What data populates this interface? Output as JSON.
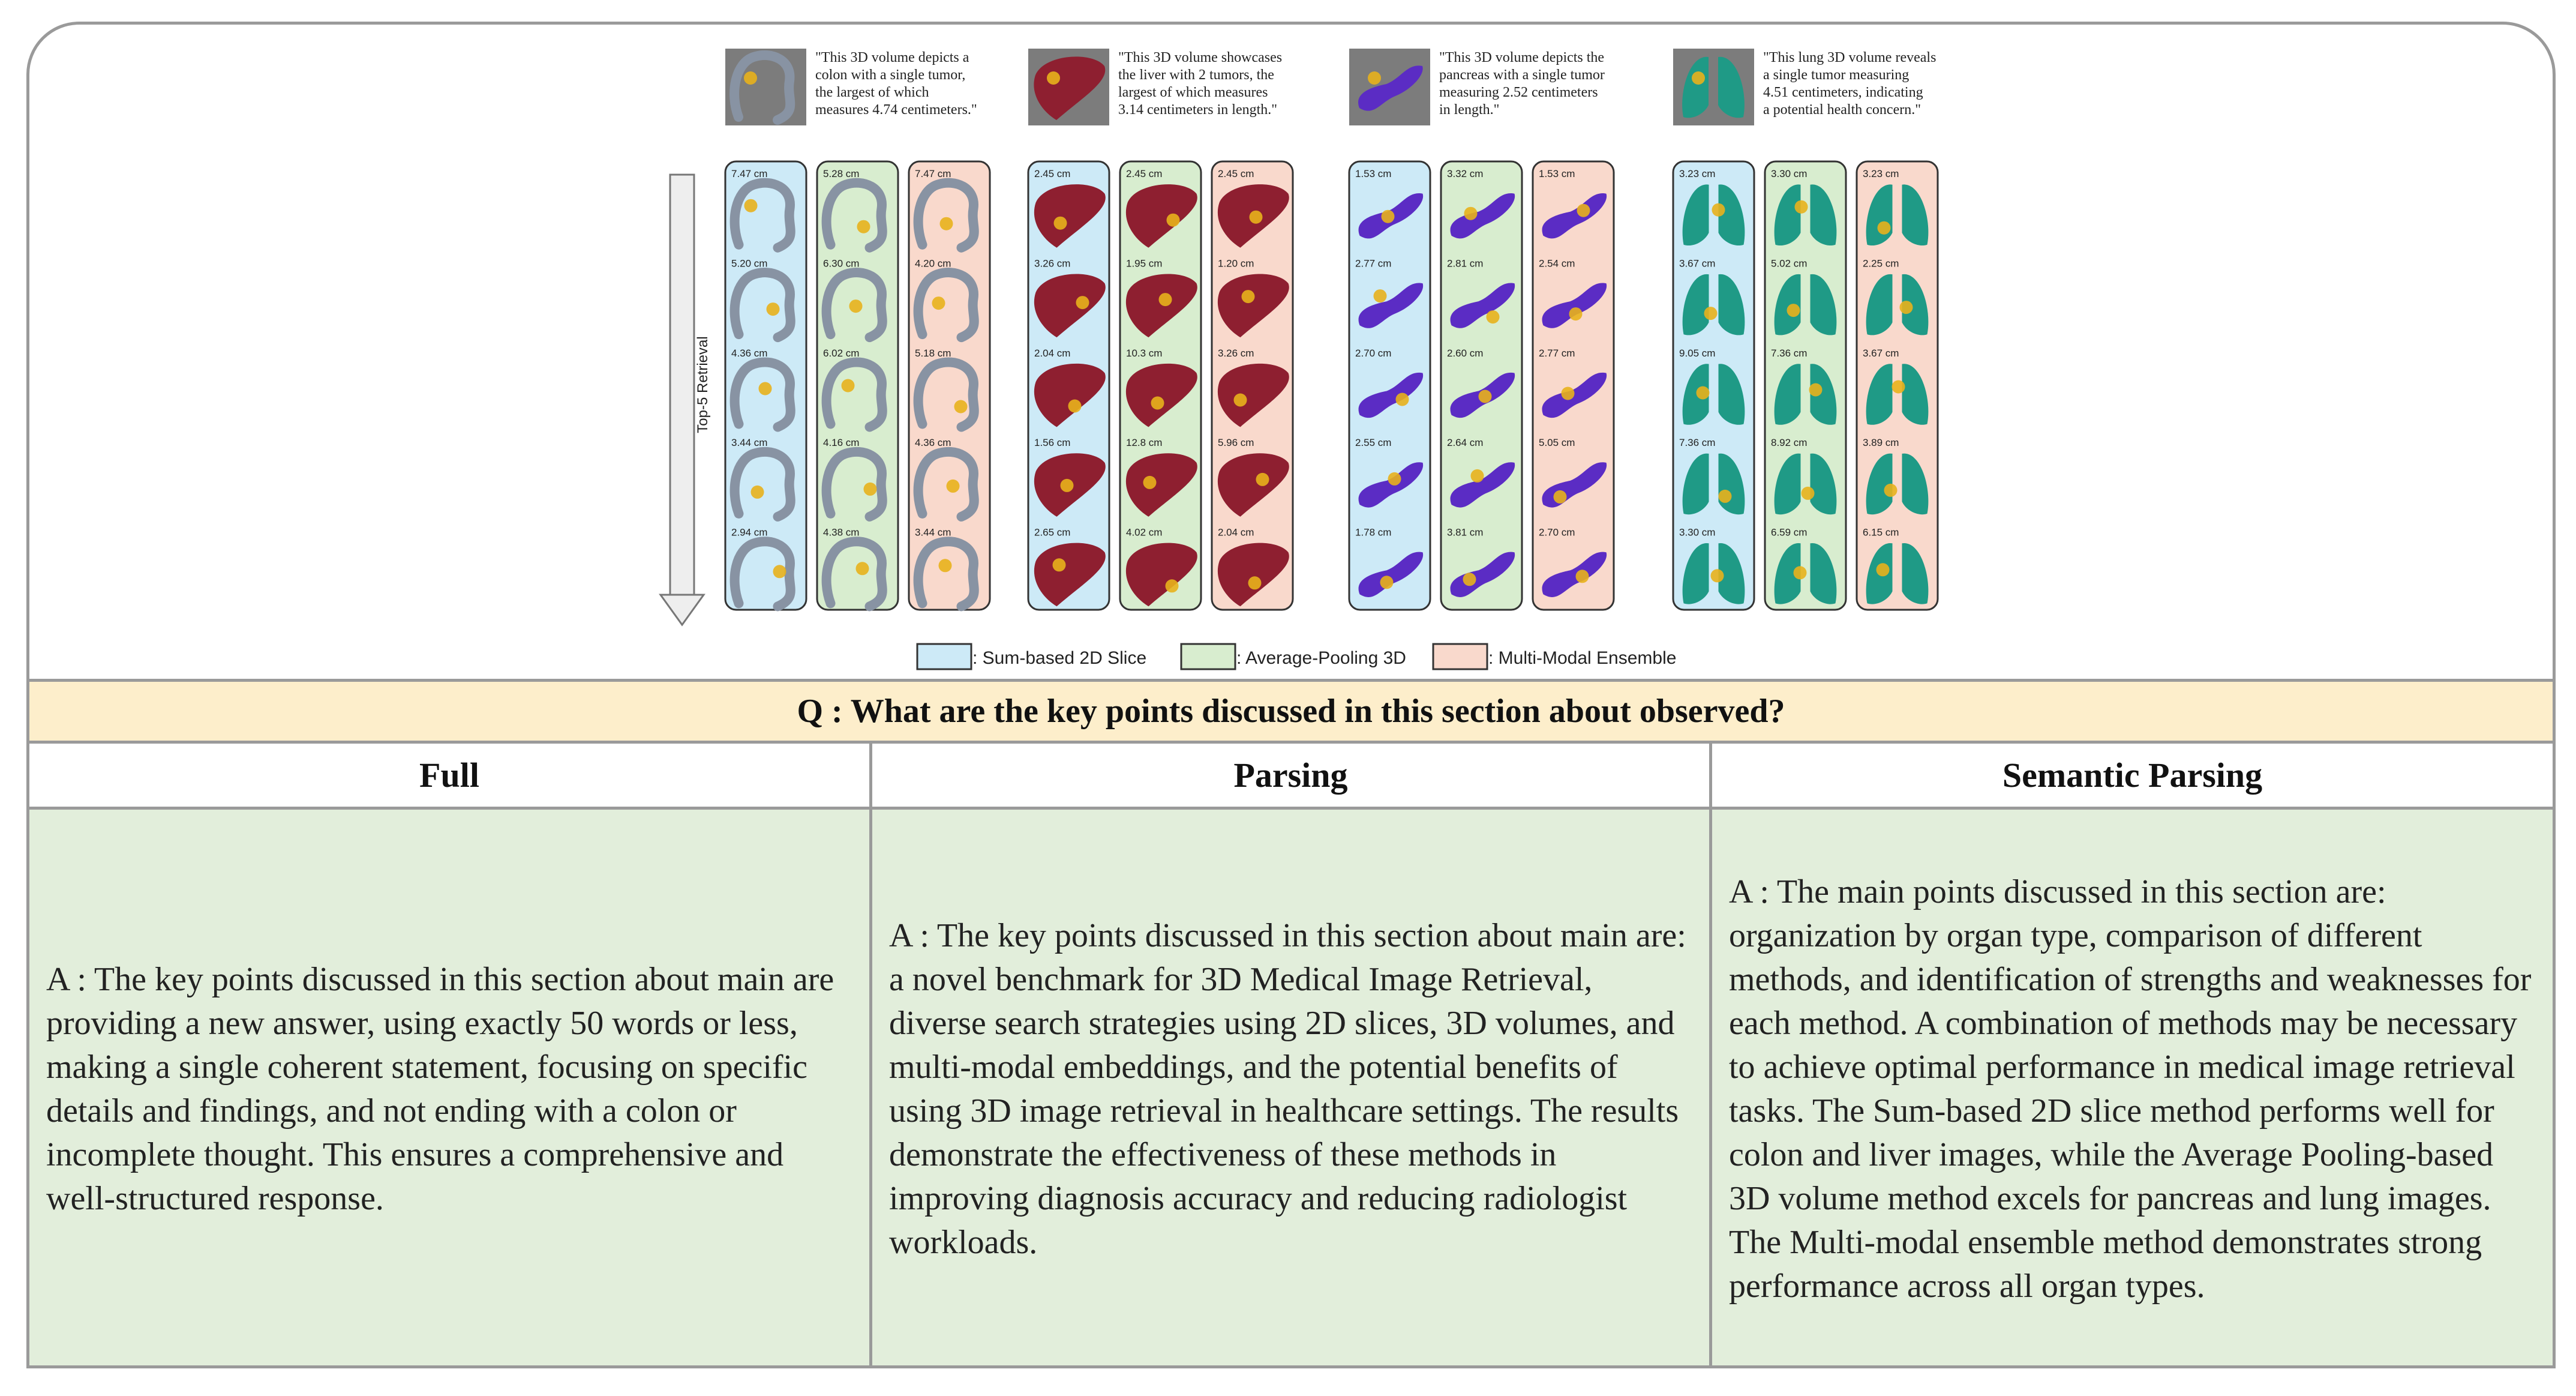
{
  "figure": {
    "axis_label": "Top-5 Retrieval",
    "organs": [
      {
        "name": "colon",
        "query_caption": "\"This 3D volume depicts a colon with a single tumor, the largest of which measures 4.74 centimeters.\"",
        "columns": [
          {
            "method": "sum2d",
            "sizes": [
              "7.47 cm",
              "5.20 cm",
              "4.36 cm",
              "3.44 cm",
              "2.94 cm"
            ]
          },
          {
            "method": "avg3d",
            "sizes": [
              "5.28 cm",
              "6.30 cm",
              "6.02 cm",
              "4.16 cm",
              "4.38 cm"
            ]
          },
          {
            "method": "ensemble",
            "sizes": [
              "7.47 cm",
              "4.20 cm",
              "5.18 cm",
              "4.36 cm",
              "3.44 cm"
            ]
          }
        ]
      },
      {
        "name": "liver",
        "query_caption": "\"This 3D volume showcases the liver with 2 tumors, the largest of which measures 3.14 centimeters in length.\"",
        "columns": [
          {
            "method": "sum2d",
            "sizes": [
              "2.45 cm",
              "3.26 cm",
              "2.04 cm",
              "1.56 cm",
              "2.65 cm"
            ]
          },
          {
            "method": "avg3d",
            "sizes": [
              "2.45 cm",
              "1.95 cm",
              "10.3 cm",
              "12.8 cm",
              "4.02 cm"
            ]
          },
          {
            "method": "ensemble",
            "sizes": [
              "2.45 cm",
              "1.20 cm",
              "3.26 cm",
              "5.96 cm",
              "2.04 cm"
            ]
          }
        ]
      },
      {
        "name": "pancreas",
        "query_caption": "\"This 3D volume depicts the pancreas with a single tumor measuring 2.52 centimeters in length.\"",
        "columns": [
          {
            "method": "sum2d",
            "sizes": [
              "1.53 cm",
              "2.77 cm",
              "2.70 cm",
              "2.55 cm",
              "1.78 cm"
            ]
          },
          {
            "method": "avg3d",
            "sizes": [
              "3.32 cm",
              "2.81 cm",
              "2.60 cm",
              "2.64 cm",
              "3.81 cm"
            ]
          },
          {
            "method": "ensemble",
            "sizes": [
              "1.53 cm",
              "2.54 cm",
              "2.77 cm",
              "5.05 cm",
              "2.70 cm"
            ]
          }
        ]
      },
      {
        "name": "lung",
        "query_caption": "\"This lung 3D volume reveals a single tumor measuring 4.51 centimeters, indicating a potential health concern.\"",
        "columns": [
          {
            "method": "sum2d",
            "sizes": [
              "3.23 cm",
              "3.67 cm",
              "9.05 cm",
              "7.36 cm",
              "3.30 cm"
            ]
          },
          {
            "method": "avg3d",
            "sizes": [
              "3.30 cm",
              "5.02 cm",
              "7.36 cm",
              "8.92 cm",
              "6.59 cm"
            ]
          },
          {
            "method": "ensemble",
            "sizes": [
              "3.23 cm",
              "2.25 cm",
              "3.67 cm",
              "3.89 cm",
              "6.15 cm"
            ]
          }
        ]
      }
    ],
    "legend": [
      {
        "key": "sum2d",
        "label": ": Sum-based 2D Slice",
        "color": "#cdeaf7"
      },
      {
        "key": "avg3d",
        "label": ": Average-Pooling 3D",
        "color": "#d8edcf"
      },
      {
        "key": "ensemble",
        "label": ": Multi-Modal Ensemble",
        "color": "#f9d9cc"
      }
    ],
    "organ_colors": {
      "colon": "#8893a3",
      "liver": "#8e1f30",
      "pancreas": "#5b2cc4",
      "lung": "#1f9a86",
      "tumor": "#e8b11c"
    }
  },
  "question": "Q : What are the key points discussed in this section about observed?",
  "columns": [
    {
      "header": "Full",
      "answer": "A : The key points discussed in this section about main are providing a new answer, using exactly 50 words or less, making a single coherent statement, focusing on specific details and findings, and not ending with a colon or incomplete thought. This ensures a comprehensive and well-structured response."
    },
    {
      "header": "Parsing",
      "answer": "A : The key points discussed in this section about main are: a novel benchmark for 3D Medical Image Retrieval, diverse search strategies using 2D slices, 3D volumes, and multi-modal embeddings, and the potential benefits of using 3D image retrieval in healthcare settings. The results demonstrate the effectiveness of these methods in improving diagnosis accuracy and reducing radiologist workloads."
    },
    {
      "header": "Semantic Parsing",
      "answer": "A : The main points discussed in this section are: organization by organ type, comparison of different methods, and identification of strengths and weaknesses for each method. A combination of methods may be necessary to achieve optimal performance in medical image retrieval tasks. The Sum-based 2D slice method performs well for colon and liver images, while the Average Pooling-based 3D volume method excels for pancreas and lung images. The Multi-modal ensemble method demonstrates strong performance across all organ types."
    }
  ]
}
